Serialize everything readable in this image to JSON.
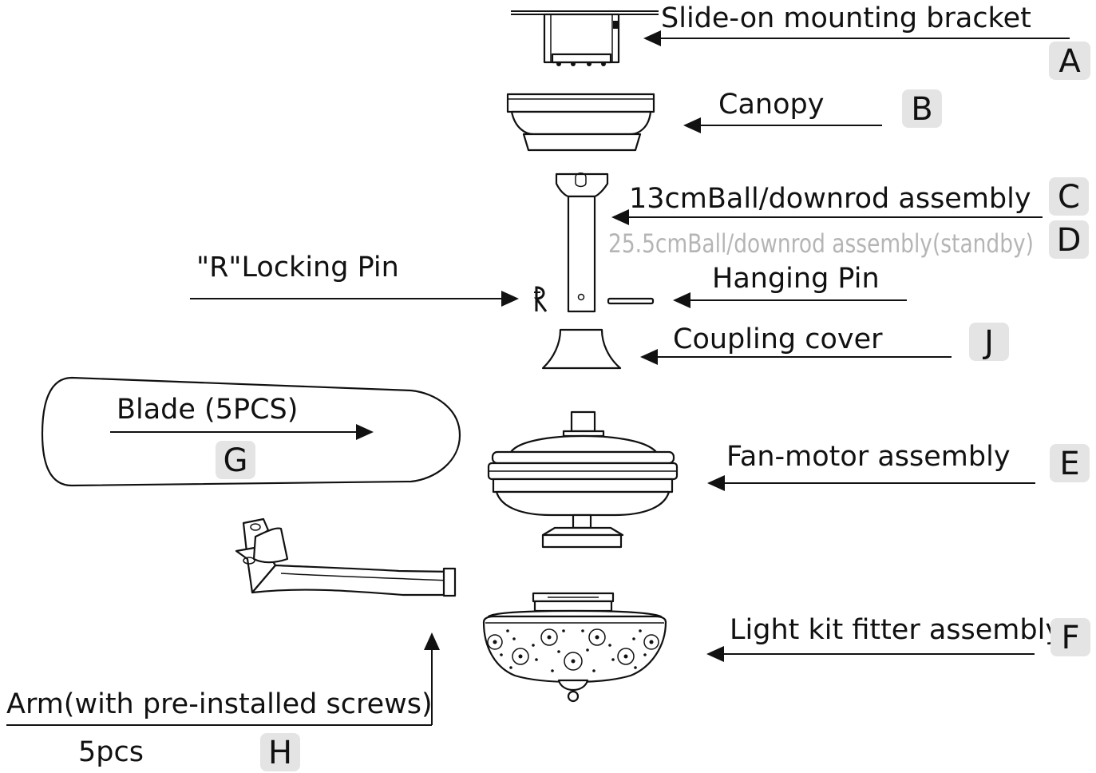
{
  "diagram": {
    "parts": [
      {
        "id": "A",
        "label": "Slide-on mounting bracket",
        "badge": "A"
      },
      {
        "id": "B",
        "label": "Canopy",
        "badge": "B"
      },
      {
        "id": "C",
        "label": "13cmBall/downrod assembly",
        "badge": "C"
      },
      {
        "id": "D",
        "label": "25.5cmBall/downrod assembly(standby)",
        "badge": "D"
      },
      {
        "id": "R",
        "label": "\"R\"Locking Pin"
      },
      {
        "id": "HP",
        "label": "Hanging Pin"
      },
      {
        "id": "J",
        "label": "Coupling cover",
        "badge": "J"
      },
      {
        "id": "G",
        "label": "Blade (5PCS)",
        "badge": "G"
      },
      {
        "id": "E",
        "label": "Fan-motor assembly",
        "badge": "E"
      },
      {
        "id": "F",
        "label": "Light kit fitter assembly",
        "badge": "F"
      },
      {
        "id": "H",
        "label": "Arm(with pre-installed screws)",
        "sublabel": "5pcs",
        "badge": "H"
      }
    ],
    "colors": {
      "line": "#111111",
      "badge_fill": "#e4e4e4",
      "standby_text": "#b5b5b5"
    }
  }
}
